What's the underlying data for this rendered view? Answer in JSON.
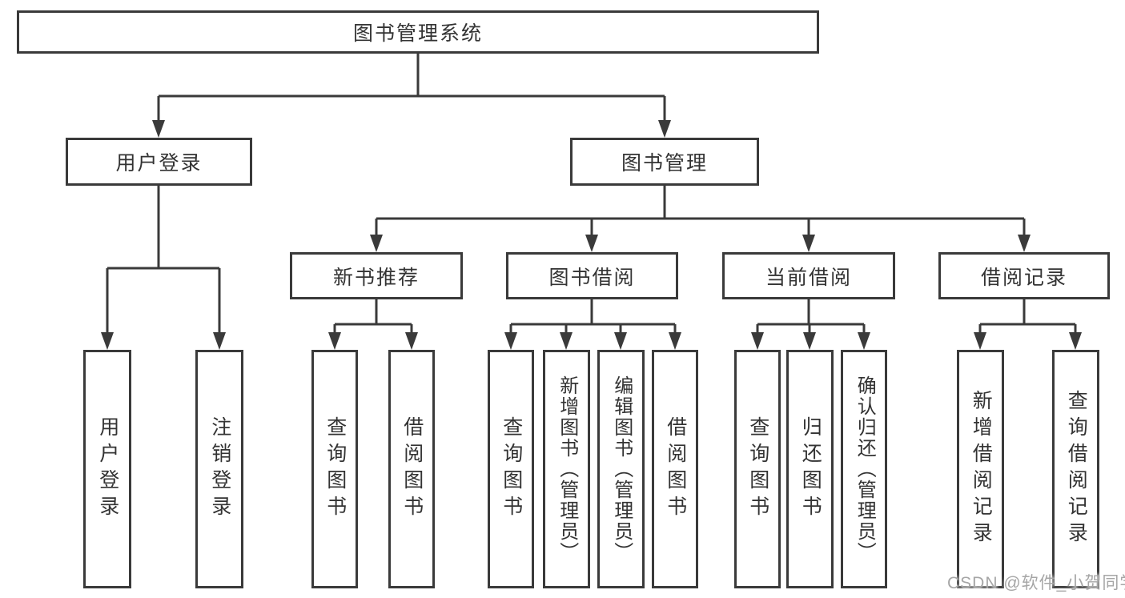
{
  "diagram_type": "functional-structure-tree",
  "tree": {
    "label": "图书管理系统",
    "children": [
      {
        "label": "用户登录",
        "children": [
          {
            "label": "用户登录"
          },
          {
            "label": "注销登录"
          }
        ]
      },
      {
        "label": "图书管理",
        "children": [
          {
            "label": "新书推荐",
            "children": [
              {
                "label": "查询图书"
              },
              {
                "label": "借阅图书"
              }
            ]
          },
          {
            "label": "图书借阅",
            "children": [
              {
                "label": "查询图书"
              },
              {
                "label": "新增图书（管理员）"
              },
              {
                "label": "编辑图书（管理员）"
              },
              {
                "label": "借阅图书"
              }
            ]
          },
          {
            "label": "当前借阅",
            "children": [
              {
                "label": "查询图书"
              },
              {
                "label": "归还图书"
              },
              {
                "label": "确认归还（管理员）"
              }
            ]
          },
          {
            "label": "借阅记录",
            "children": [
              {
                "label": "新增借阅记录"
              },
              {
                "label": "查询借阅记录"
              }
            ]
          }
        ]
      }
    ]
  },
  "watermark": {
    "text": "CSDN @软件_小贺同学"
  },
  "colors": {
    "line": "#3a3a3a",
    "text": "#333333",
    "watermark": "#a6a6a6",
    "bg": "#ffffff"
  }
}
